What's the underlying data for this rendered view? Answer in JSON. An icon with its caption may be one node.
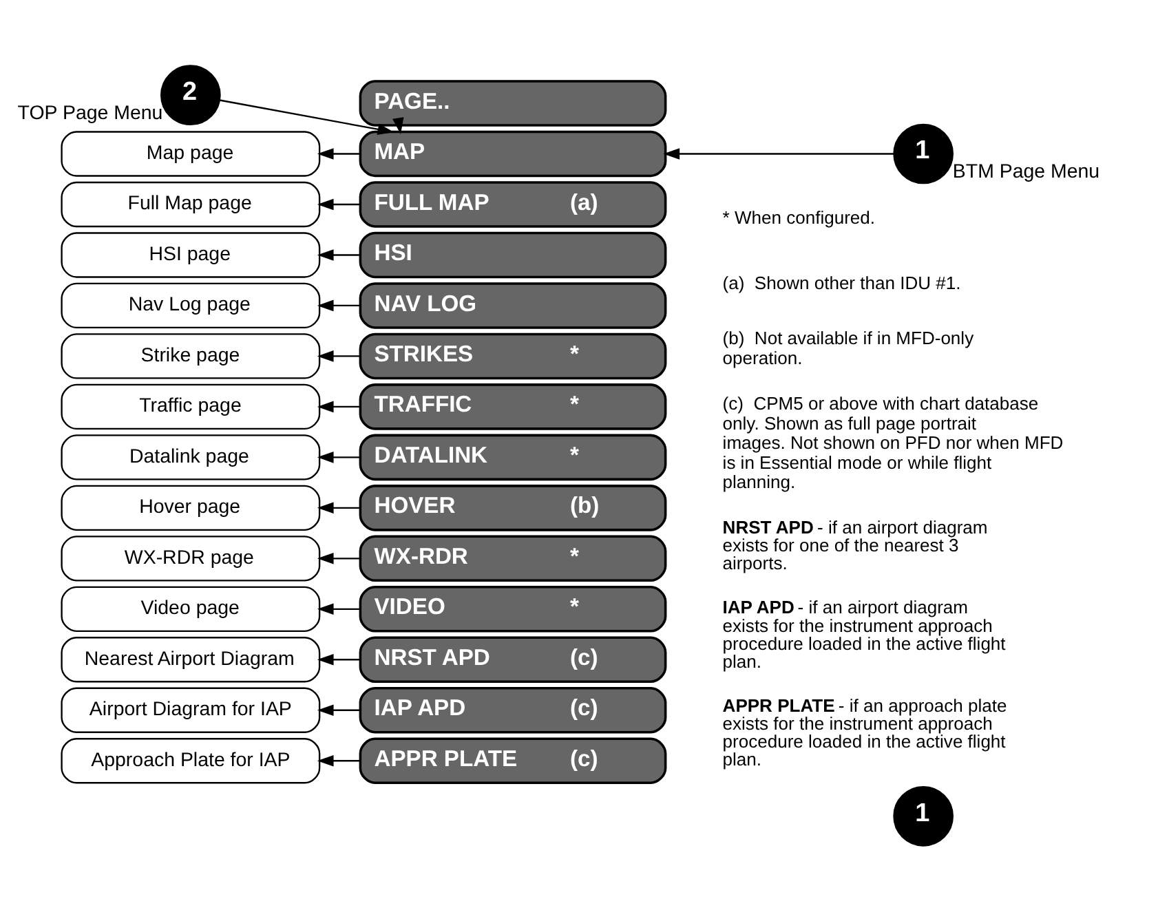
{
  "diagram": {
    "nodes": [
      {
        "text": [
          "PAGE.."
        ]
      },
      {
        "text": [
          "2"
        ],
        "beside": [
          "TOP Page Menu"
        ]
      },
      {
        "text": [
          "1"
        ],
        "beside": [
          "BTM Page Menu"
        ]
      },
      {
        "text": [
          "MAP"
        ]
      },
      {
        "text": [
          "FULL MAP",
          "(a)"
        ]
      },
      {
        "text": [
          "HSI"
        ]
      },
      {
        "text": [
          "NAV LOG"
        ]
      },
      {
        "text": [
          "STRIKES",
          "*"
        ]
      },
      {
        "text": [
          "TRAFFIC",
          "*"
        ]
      },
      {
        "text": [
          "DATALINK",
          "*"
        ]
      },
      {
        "text": [
          "HOVER",
          "(b)"
        ]
      },
      {
        "text": [
          "WX-RDR",
          "*"
        ]
      },
      {
        "text": [
          "VIDEO",
          "*"
        ]
      },
      {
        "text": [
          "NRST APD",
          "(c)"
        ]
      },
      {
        "text": [
          "IAP APD",
          "(c)"
        ]
      },
      {
        "text": [
          "APPR PLATE",
          "(c)"
        ]
      },
      {
        "text": [
          "Map page"
        ]
      },
      {
        "text": [
          "Full Map page"
        ]
      },
      {
        "text": [
          "HSI page"
        ]
      },
      {
        "text": [
          "Nav Log page"
        ]
      },
      {
        "text": [
          "Strike page"
        ]
      },
      {
        "text": [
          "Traffic page"
        ]
      },
      {
        "text": [
          "Datalink page"
        ]
      },
      {
        "text": [
          "Hover page"
        ]
      },
      {
        "text": [
          "WX-RDR page"
        ]
      },
      {
        "text": [
          "Video page"
        ]
      },
      {
        "text": [
          "Nearest Airport Diagram"
        ]
      },
      {
        "text": [
          "Airport Diagram for IAP"
        ]
      },
      {
        "text": [
          "Approach Plate for IAP"
        ]
      },
      {
        "text": [
          "1"
        ]
      }
    ],
    "edges": [
      {
        "from": 0,
        "to": 3,
        "arrow": "to"
      },
      {
        "from": 1,
        "to": 3,
        "arrow": "to"
      },
      {
        "from": 2,
        "to": 3,
        "arrow": "to"
      },
      {
        "from": 3,
        "to": 16,
        "arrow": "to"
      },
      {
        "from": 4,
        "to": 17,
        "arrow": "to"
      },
      {
        "from": 5,
        "to": 18,
        "arrow": "to"
      },
      {
        "from": 6,
        "to": 19,
        "arrow": "to"
      },
      {
        "from": 7,
        "to": 20,
        "arrow": "to"
      },
      {
        "from": 8,
        "to": 21,
        "arrow": "to"
      },
      {
        "from": 9,
        "to": 22,
        "arrow": "to"
      },
      {
        "from": 10,
        "to": 23,
        "arrow": "to"
      },
      {
        "from": 11,
        "to": 24,
        "arrow": "to"
      },
      {
        "from": 12,
        "to": 25,
        "arrow": "to"
      },
      {
        "from": 13,
        "to": 26,
        "arrow": "to"
      },
      {
        "from": 14,
        "to": 27,
        "arrow": "to"
      },
      {
        "from": 15,
        "to": 28,
        "arrow": "to"
      }
    ],
    "labels": [
      "* When configured.",
      "(a)  Shown other than IDU #1.",
      "(b)  Not available if in MFD-only operation.",
      "(c)  CPM5 or above with chart database only. Shown as full page portrait images. Not shown on PFD nor when MFD is in Essential mode or while flight planning.",
      "**NRST APD** - if an airport diagram exists for one of the nearest 3 airports.",
      "**IAP APD** - if an airport diagram exists for the instrument approach procedure loaded in the active flight plan.",
      "**APPR PLATE** - if an approach plate exists for the instrument approach procedure loaded in the active flight plan."
    ]
  }
}
